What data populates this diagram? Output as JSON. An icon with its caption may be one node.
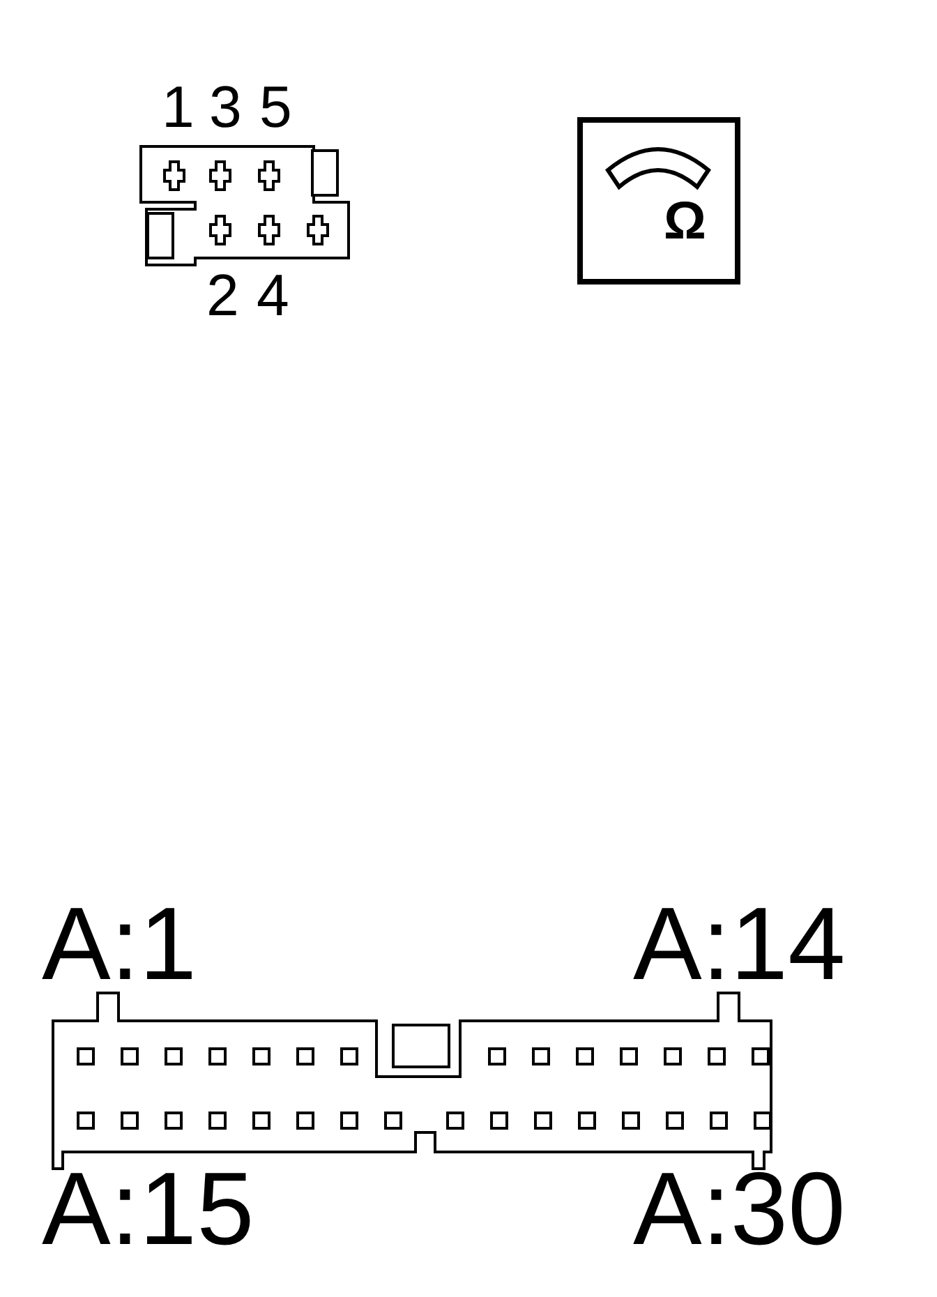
{
  "diagram": {
    "labels": [
      "1",
      "3",
      "5",
      "Ω",
      "2",
      "4",
      "A:1",
      "A:14",
      "A:15",
      "A:30"
    ]
  }
}
